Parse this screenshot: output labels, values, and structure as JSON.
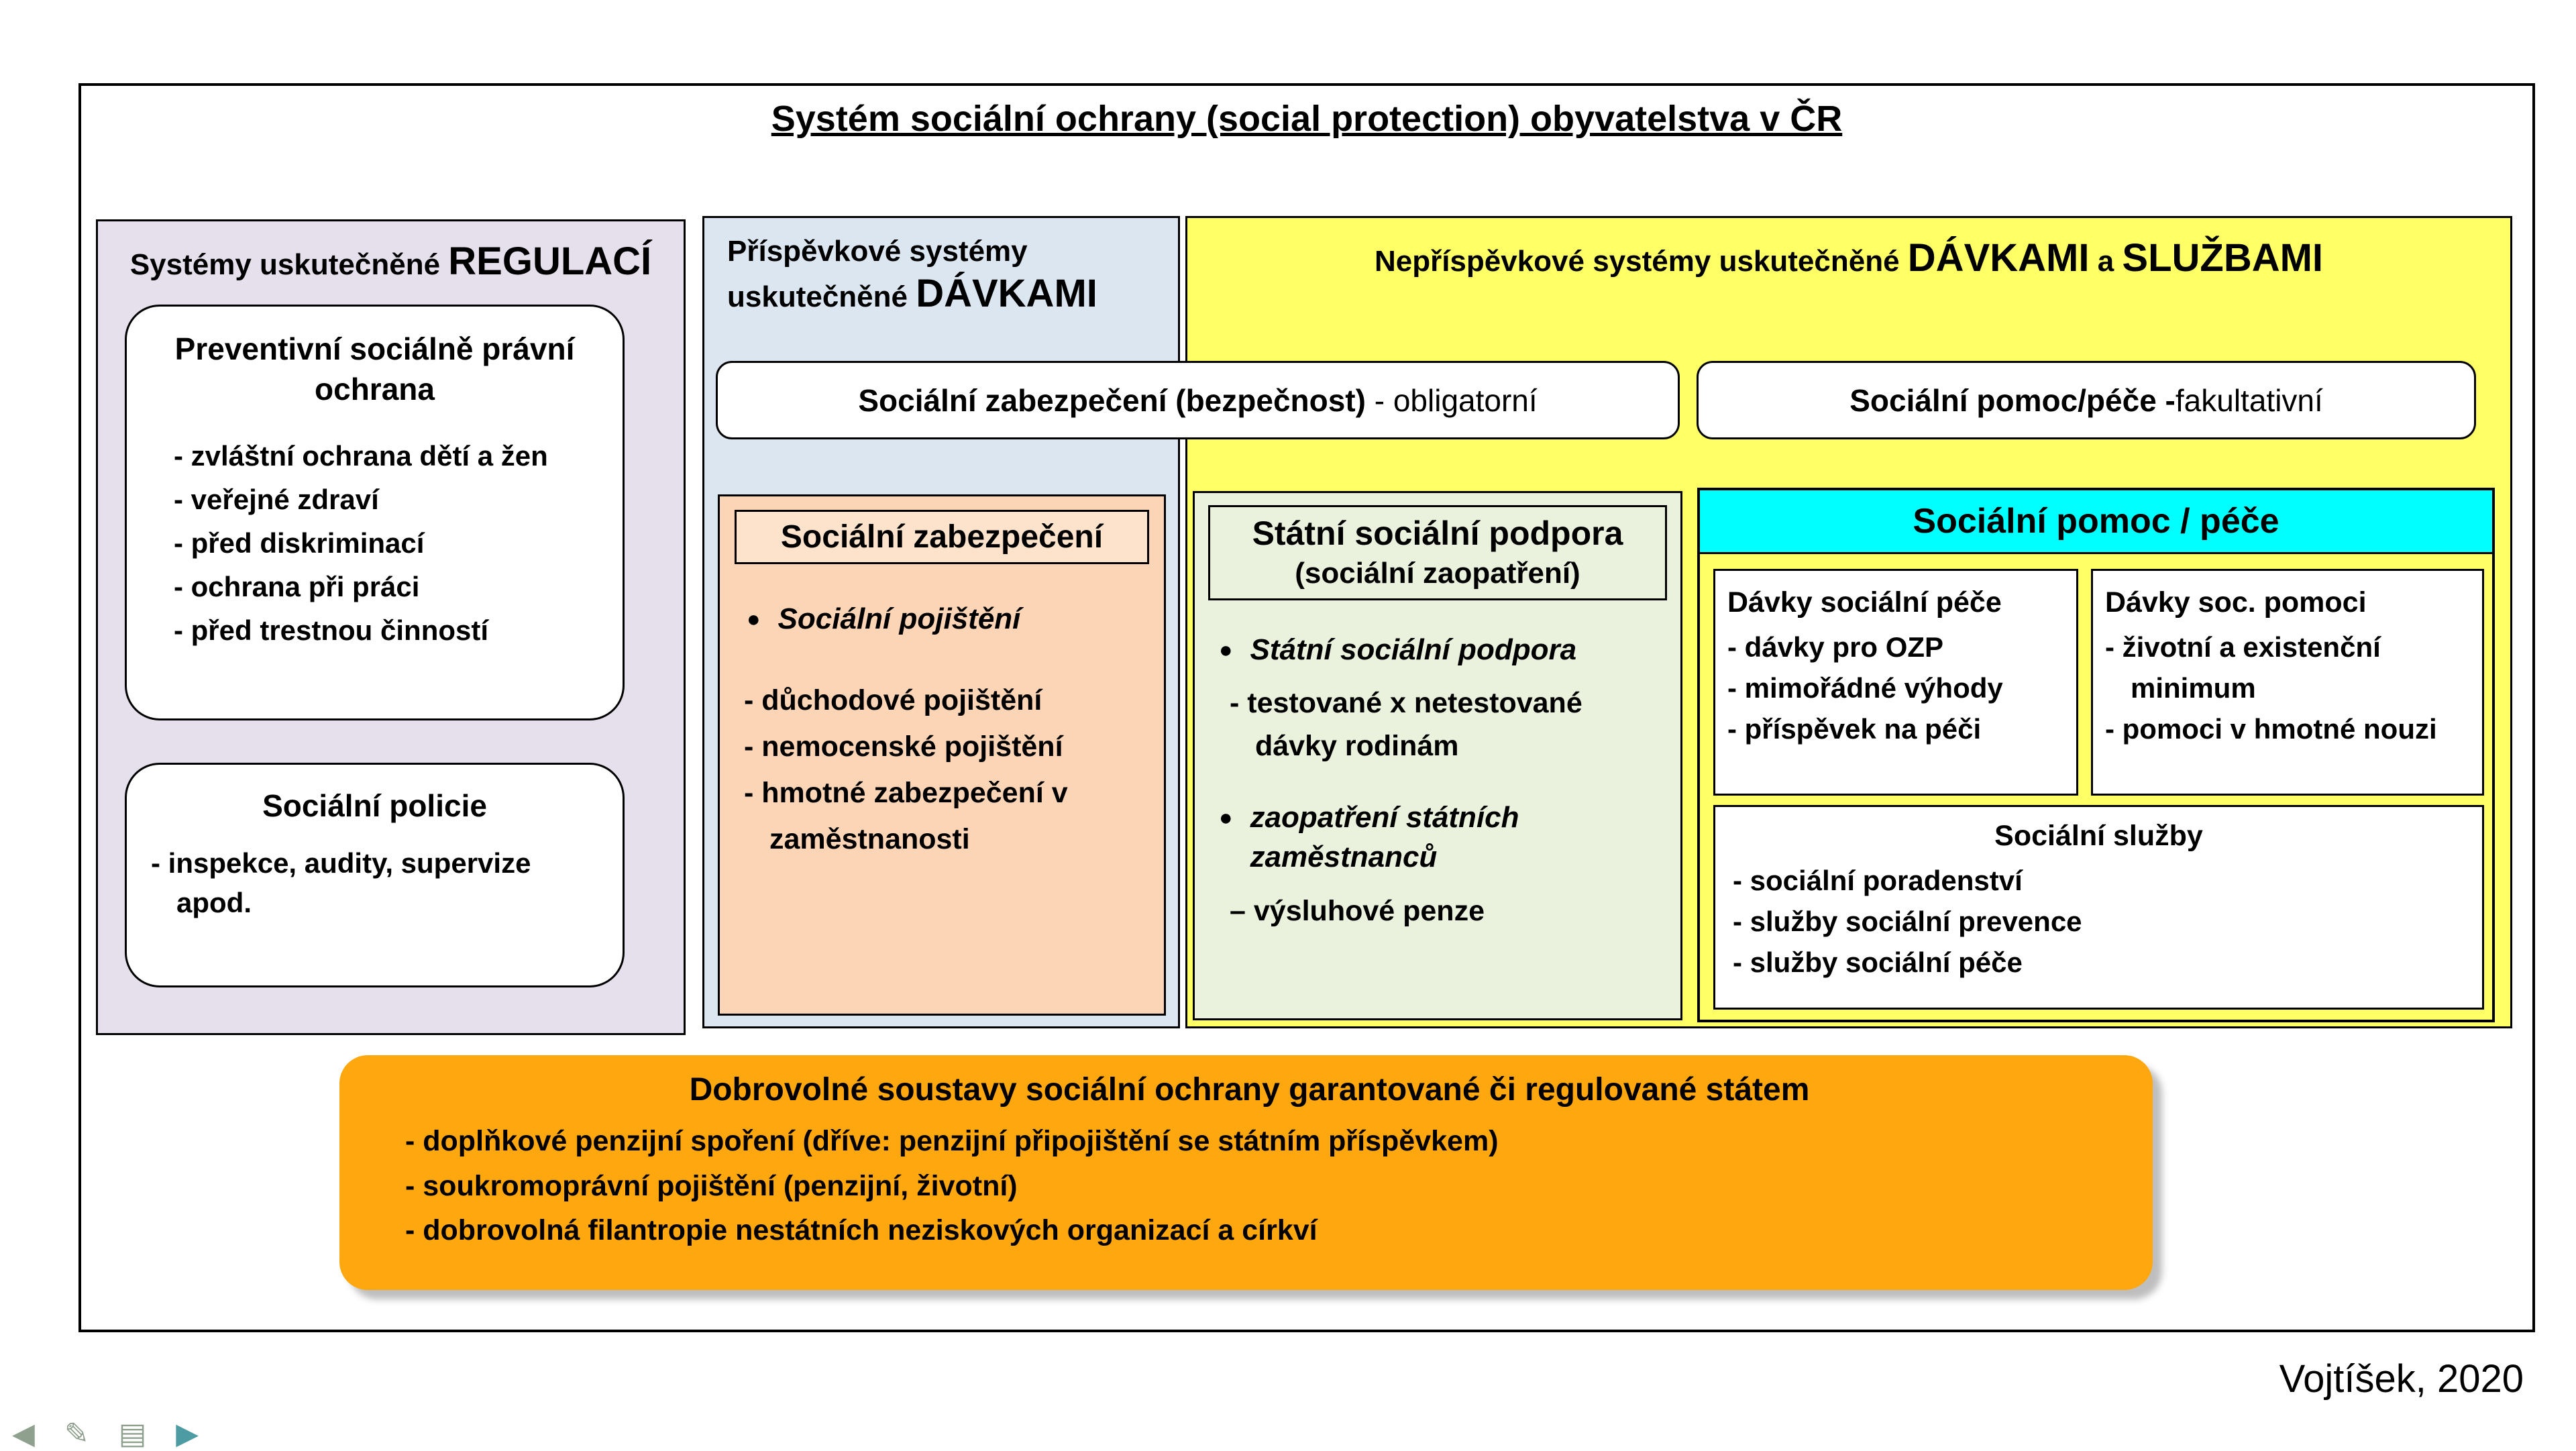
{
  "slide": {
    "title": "Systém sociální ochrany (social protection) obyvatelstva v ČR",
    "credit": "Vojtíšek, 2020"
  },
  "glyphs": {
    "bullet": "●",
    "prev": "◀",
    "pen": "✎",
    "notes": "▤",
    "next": "▶"
  },
  "colors": {
    "regulation_bg": "#E6E0EC",
    "contributory_bg": "#DCE6F1",
    "noncontributory_bg": "#FFFF66",
    "security_bg": "#FBD5B5",
    "support_bg": "#EAF1DD",
    "assistance_header_bg": "#00FFFF",
    "voluntary_bg": "#FFA70F"
  },
  "regulation_panel": {
    "header_prefix": "Systémy uskutečněné ",
    "header_emph": "REGULACÍ",
    "preventive_box": {
      "title": "Preventivní sociálně právní ochrana",
      "items": [
        "- zvláštní ochrana dětí a žen",
        "- veřejné zdraví",
        "- před diskriminací",
        "- ochrana při práci",
        "- před trestnou činností"
      ]
    },
    "police_box": {
      "title": "Sociální policie",
      "line": "- inspekce, audity, supervize apod."
    }
  },
  "contributory_panel": {
    "header_line1": "Příspěvkové systémy",
    "header_line2_prefix": "uskutečněné ",
    "header_line2_emph": "DÁVKAMI",
    "security_box": {
      "title": "Sociální zabezpečení",
      "bullet_item": "Sociální pojištění",
      "items": [
        "- důchodové pojištění",
        "- nemocenské pojištění",
        "- hmotné zabezpečení v zaměstnanosti"
      ]
    }
  },
  "banners": {
    "obligatory": {
      "bold": "Sociální zabezpečení (bezpečnost)",
      "rest": " - obligatorní"
    },
    "facultative": {
      "bold": "Sociální pomoc/péče - ",
      "rest": "fakultativní"
    }
  },
  "noncontributory_panel": {
    "header_prefix": "Nepříspěvkové systémy uskutečněné ",
    "header_emph1": "DÁVKAMI",
    "header_mid": " a ",
    "header_emph2": "SLUŽBAMI",
    "support_box": {
      "title": "Státní sociální podpora",
      "subtitle": "(sociální zaopatření)",
      "bullet_item1": "Státní sociální podpora",
      "item1": "- testované x netestované dávky rodinám",
      "bullet_item2": "zaopatření státních zaměstnanců",
      "item2": "– výsluhové penze"
    },
    "assistance_box": {
      "title": "Sociální pomoc / péče",
      "care_benefits": {
        "title": "Dávky sociální péče",
        "items": [
          "- dávky pro OZP",
          "- mimořádné výhody",
          "- příspěvek na péči"
        ]
      },
      "aid_benefits": {
        "title": "Dávky soc. pomoci",
        "items": [
          "- životní a existenční minimum",
          "- pomoci v hmotné nouzi"
        ]
      },
      "services": {
        "title": "Sociální služby",
        "items": [
          "- sociální poradenství",
          "- služby sociální prevence",
          "- služby sociální péče"
        ]
      }
    }
  },
  "voluntary_box": {
    "title": "Dobrovolné soustavy sociální ochrany garantované či regulované státem",
    "items": [
      "- doplňkové penzijní spoření (dříve: penzijní připojištění se státním příspěvkem)",
      "- soukromoprávní pojištění (penzijní, životní)",
      "- dobrovolná filantropie nestátních neziskových organizací a církví"
    ]
  }
}
